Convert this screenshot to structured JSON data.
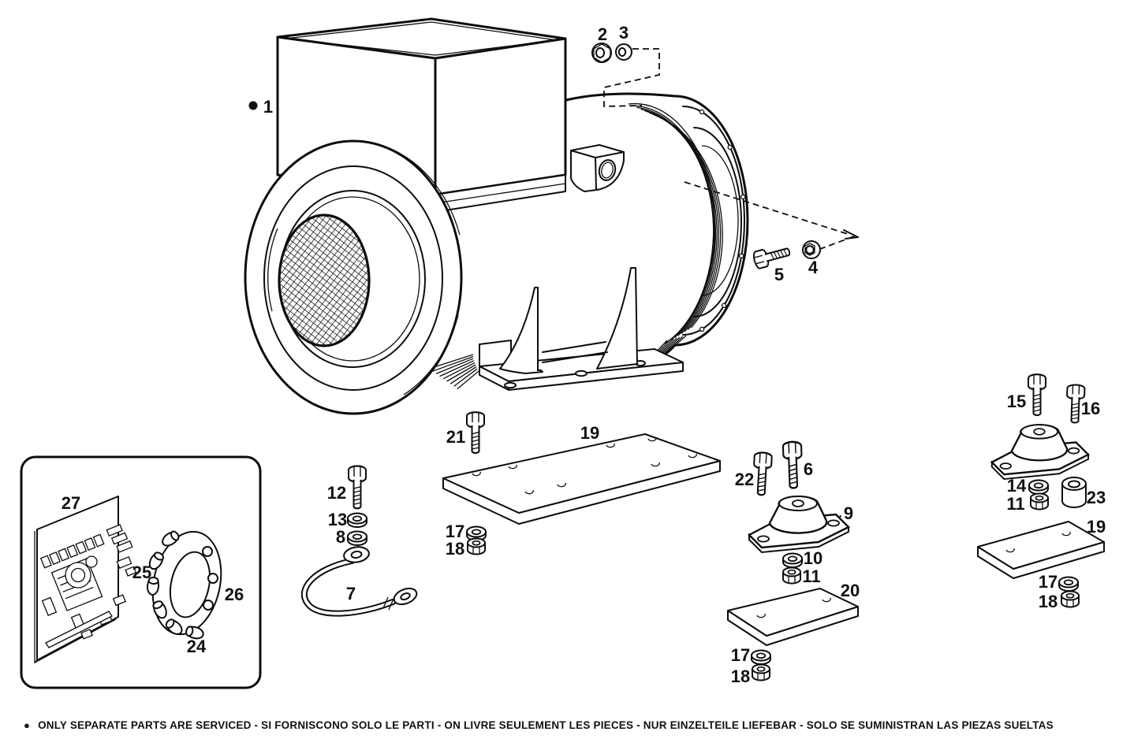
{
  "figure": {
    "kind": "exploded-parts-diagram",
    "subject": "generator-alternator assembly with mounting hardware, AVR board and rectifier",
    "ink_color": "#0d0d0d",
    "background_color": "#ffffff"
  },
  "callouts": {
    "part1": "1",
    "part2": "2",
    "part3": "3",
    "part4": "4",
    "part5": "5",
    "part6": "6",
    "part7": "7",
    "part8": "8",
    "part9": "9",
    "part10": "10",
    "part11_center": "11",
    "part11_right": "11",
    "part12": "12",
    "part13": "13",
    "part14": "14",
    "part15": "15",
    "part16": "16",
    "part17_left": "17",
    "part17_center": "17",
    "part17_right": "17",
    "part18_left": "18",
    "part18_center": "18",
    "part18_right": "18",
    "part19_left": "19",
    "part19_right": "19",
    "part20": "20",
    "part21": "21",
    "part22": "22",
    "part23": "23",
    "part24": "24",
    "part25": "25",
    "part26": "26",
    "part27": "27"
  },
  "footer": {
    "bullet": "●",
    "text": "ONLY SEPARATE PARTS ARE SERVICED - SI FORNISCONO SOLO LE PARTI - ON LIVRE SEULEMENT LES PIECES - NUR EINZELTEILE LIEFEBAR - SOLO SE SUMINISTRAN LAS PIEZAS SUELTAS"
  }
}
